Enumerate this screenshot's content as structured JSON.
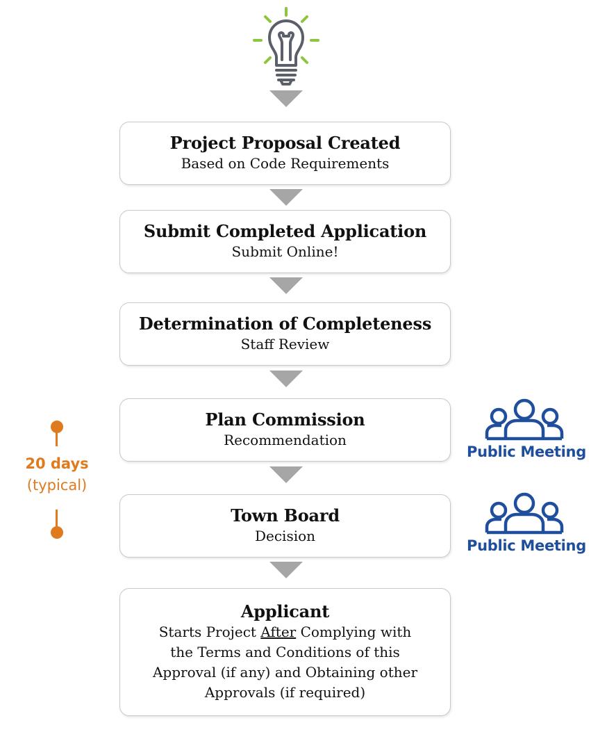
{
  "steps": [
    {
      "title": "Project Proposal Created",
      "sub": "Based on Code Requirements"
    },
    {
      "title": "Submit Completed Application",
      "sub": "Submit Online!"
    },
    {
      "title": "Determination of Completeness",
      "sub": "Staff Review"
    },
    {
      "title": "Plan Commission",
      "sub": "Recommendation"
    },
    {
      "title": "Town Board",
      "sub": "Decision"
    },
    {
      "title": "Applicant",
      "sub_prefix": "Starts Project ",
      "sub_emphasis": "After",
      "sub_line1_rest": " Complying with",
      "sub_line2": "the Terms and Conditions of this",
      "sub_line3": "Approval (if any) and Obtaining other",
      "sub_line4": "Approvals (if required)"
    }
  ],
  "public_meeting": {
    "label_1": "Public Meeting",
    "label_2": "Public Meeting",
    "icon": "people-group-icon",
    "color": "#1f4e9c"
  },
  "timeline": {
    "days": "20 days",
    "qualifier": "(typical)",
    "color": "#e07a1f"
  },
  "bulb": {
    "icon": "light-bulb-icon",
    "ray_color": "#8cc63f",
    "body_color": "#5a5f6a"
  },
  "arrow_color": "#a6a6a6"
}
